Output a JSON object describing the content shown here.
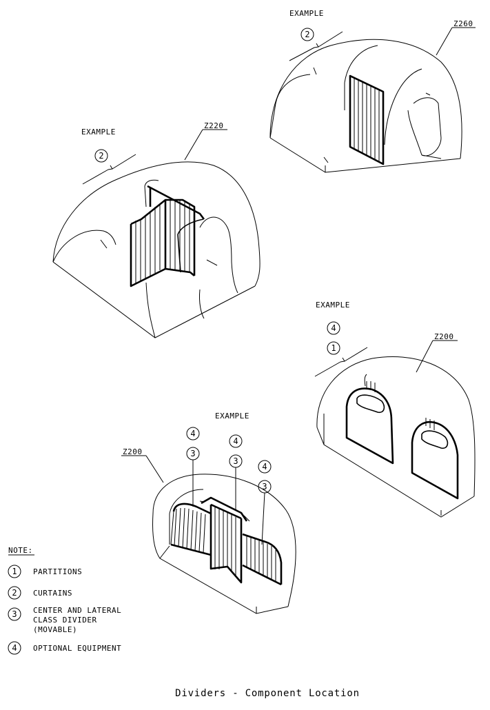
{
  "labels": {
    "example": "EXAMPLE",
    "note": "NOTE:",
    "title": "Dividers - Component Location"
  },
  "zones": {
    "z260": "Z260",
    "z220": "Z220",
    "z200_right": "Z200",
    "z200_bottom": "Z200"
  },
  "callouts": {
    "tr": [
      "2"
    ],
    "left": [
      "2"
    ],
    "right": [
      "4",
      "1"
    ],
    "bottom_left": [
      "4",
      "3"
    ],
    "bottom_mid": [
      "4",
      "3"
    ],
    "bottom_right": [
      "4",
      "3"
    ]
  },
  "notes": [
    {
      "num": "1",
      "lines": [
        "PARTITIONS"
      ]
    },
    {
      "num": "2",
      "lines": [
        "CURTAINS"
      ]
    },
    {
      "num": "3",
      "lines": [
        "CENTER AND LATERAL",
        "CLASS DIVIDER",
        "(MOVABLE)"
      ]
    },
    {
      "num": "4",
      "lines": [
        "OPTIONAL EQUIPMENT"
      ]
    }
  ]
}
